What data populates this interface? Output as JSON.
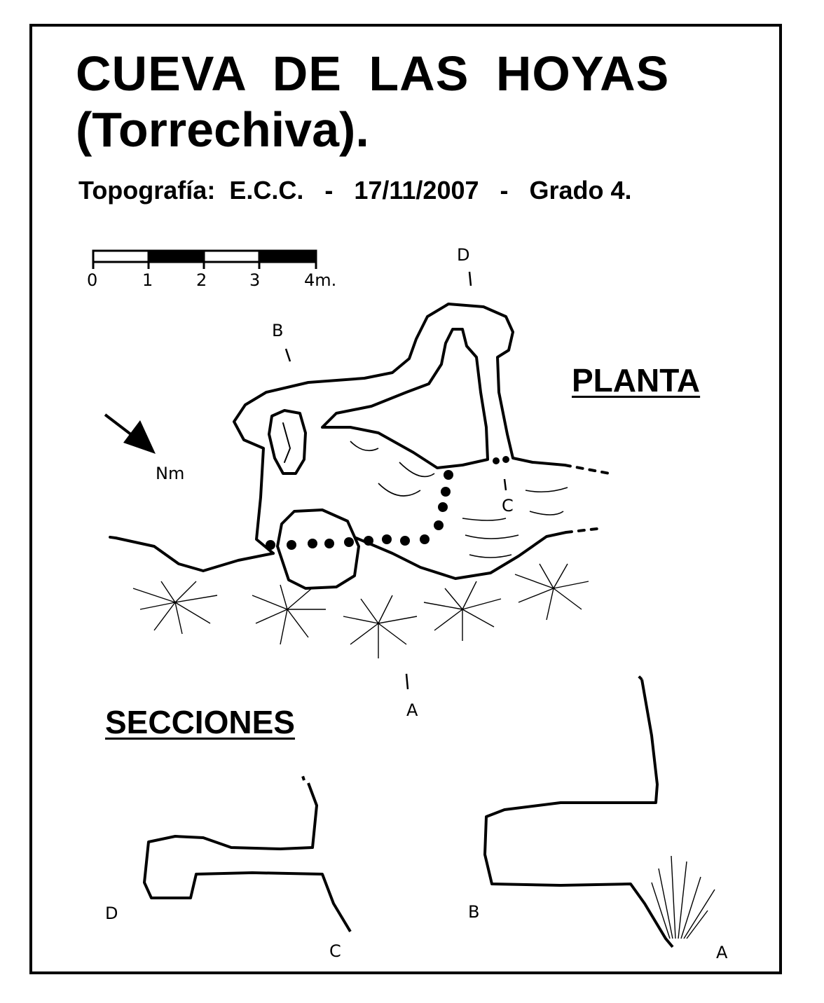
{
  "header": {
    "title_line1": "CUEVA  DE  LAS  HOYAS",
    "title_line2": "(Torrechiva).",
    "subtitle": "Topografía:  E.C.C.   -   17/11/2007   -   Grado 4."
  },
  "plan": {
    "heading": "PLANTA",
    "north_label": "Nm",
    "section_markers": [
      "A",
      "B",
      "C",
      "D"
    ]
  },
  "scale": {
    "ticks": [
      "0",
      "1",
      "2",
      "3",
      "4m."
    ]
  },
  "sections": {
    "heading": "SECCIONES",
    "profile_left": {
      "left_label": "D",
      "right_label": "C"
    },
    "profile_right": {
      "left_label": "B",
      "right_label": "A"
    }
  },
  "colors": {
    "ink": "#000000",
    "paper": "#ffffff"
  }
}
